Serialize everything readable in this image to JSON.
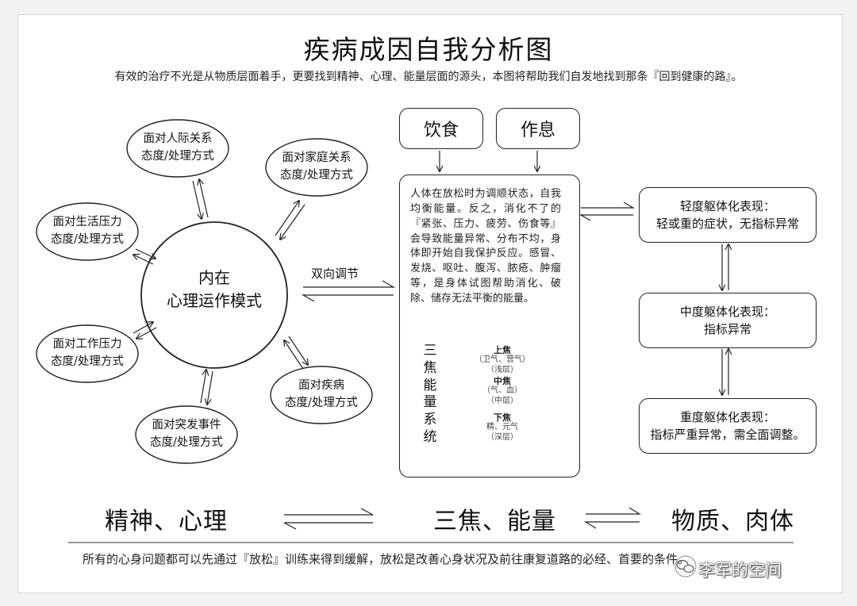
{
  "title": "疾病成因自我分析图",
  "subtitle": "有效的治疗不光是从物质层面着手，更要找到精神、心理、能量层面的源头，本图将帮助我们自发地找到那条『回到健康的路』。",
  "center": {
    "line1": "内在",
    "line2": "心理运作模式"
  },
  "bubbles": [
    {
      "line1": "面对人际关系",
      "line2": "态度/处理方式"
    },
    {
      "line1": "面对家庭关系",
      "line2": "态度/处理方式"
    },
    {
      "line1": "面对生活压力",
      "line2": "态度/处理方式"
    },
    {
      "line1": "面对工作压力",
      "line2": "态度/处理方式"
    },
    {
      "line1": "面对突发事件",
      "line2": "态度/处理方式"
    },
    {
      "line1": "面对疾病",
      "line2": "态度/处理方式"
    }
  ],
  "bidirectional_label": "双向调节",
  "inputs": {
    "diet": "饮食",
    "rest": "作息"
  },
  "body_text": "人体在放松时为调顺状态，自我均衡能量。反之，消化不了的『紧张、压力、疲劳、伤食等』会导致能量异常、分布不均，身体即开始自我保护反应。感冒、发烧、呕吐、腹泻、脓疮、肿瘤等，是身体试图帮助消化、破除、储存无法平衡的能量。",
  "sanjiao_label": "三焦能量系统",
  "jiao": [
    {
      "name": "上焦",
      "detail": "（卫气、营气）",
      "layer": "（浅层）"
    },
    {
      "name": "中焦",
      "detail": "（气、血）",
      "layer": "（中层）"
    },
    {
      "name": "下焦",
      "detail": "精、元气",
      "layer": "（深层）"
    }
  ],
  "symptoms": [
    {
      "line1": "轻度躯体化表现：",
      "line2": "轻或重的症状，无指标异常"
    },
    {
      "line1": "中度躯体化表现：",
      "line2": "指标异常"
    },
    {
      "line1": "重度躯体化表现：",
      "line2": "指标严重异常，需全面调整。"
    }
  ],
  "bottom_labels": {
    "left": "精神、心理",
    "middle": "三焦、能量",
    "right": "物质、肉体"
  },
  "footer": "所有的心身问题都可以先通过『放松』训练来得到缓解，放松是改善心身状况及前往康复道路的必经、首要的条件。",
  "watermark": "李军的空间",
  "watermark_icon": "wechat-logo-icon"
}
